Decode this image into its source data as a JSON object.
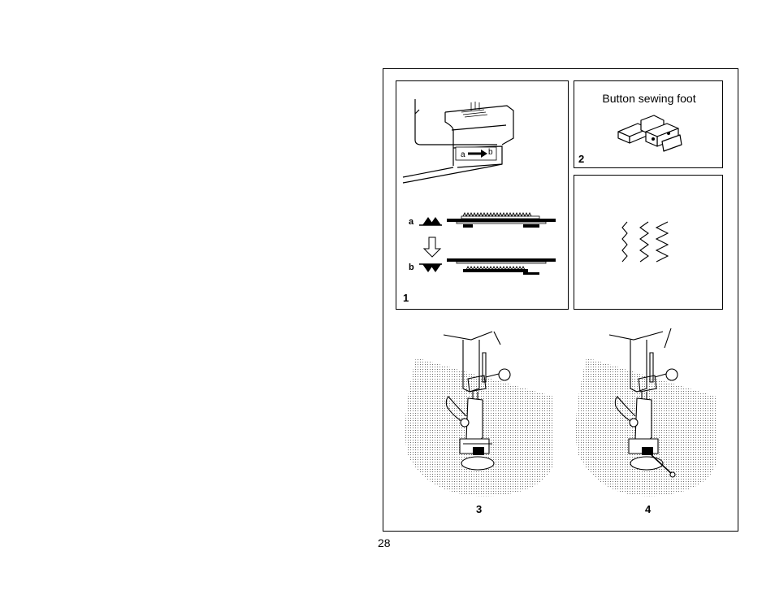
{
  "page": {
    "number": "28"
  },
  "figures": {
    "fig1": {
      "number": "1",
      "label_a": "a",
      "label_b": "b",
      "inset_a": "a",
      "inset_b": "b"
    },
    "fig2": {
      "number": "2",
      "title": "Button sewing foot"
    },
    "fig3": {
      "number": "3"
    },
    "fig4": {
      "number": "4"
    }
  }
}
